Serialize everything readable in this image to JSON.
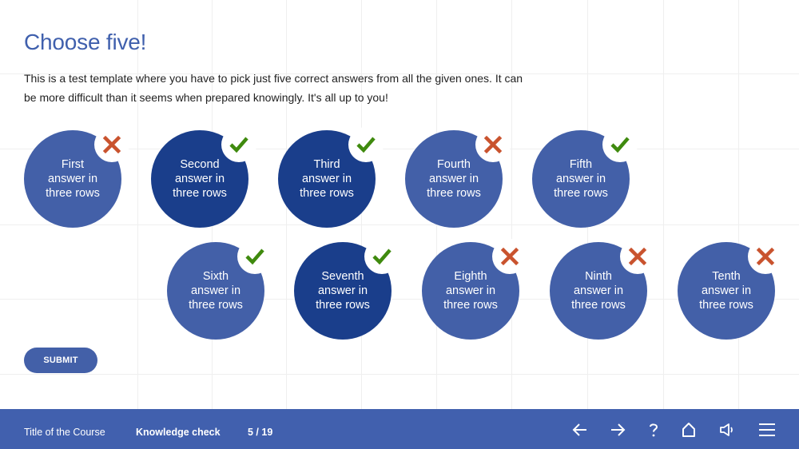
{
  "page": {
    "title": "Choose five!",
    "description": "This is a test template where you have to pick just five correct answers from all the given ones. It can be more difficult than it seems when prepared knowingly. It's all up to you!"
  },
  "answers": [
    {
      "label": "First\nanswer in\nthree rows",
      "selected": false,
      "result": "incorrect"
    },
    {
      "label": "Second\nanswer in\nthree rows",
      "selected": true,
      "result": "correct"
    },
    {
      "label": "Third\nanswer in\nthree rows",
      "selected": true,
      "result": "correct"
    },
    {
      "label": "Fourth\nanswer in\nthree rows",
      "selected": false,
      "result": "incorrect"
    },
    {
      "label": "Fifth\nanswer in\nthree rows",
      "selected": false,
      "result": "correct"
    },
    {
      "label": "Sixth\nanswer in\nthree rows",
      "selected": false,
      "result": "correct"
    },
    {
      "label": "Seventh\nanswer in\nthree rows",
      "selected": true,
      "result": "correct"
    },
    {
      "label": "Eighth\nanswer in\nthree rows",
      "selected": false,
      "result": "incorrect"
    },
    {
      "label": "Ninth\nanswer  in\nthree rows",
      "selected": false,
      "result": "incorrect"
    },
    {
      "label": "Tenth\nanswer in\nthree rows",
      "selected": false,
      "result": "incorrect"
    }
  ],
  "submit": {
    "label": "SUBMIT"
  },
  "footer": {
    "course_title": "Title of the Course",
    "section": "Knowledge check",
    "page_indicator": "5 / 19",
    "nav_icons": [
      "arrow-left-icon",
      "arrow-right-icon",
      "help-icon",
      "home-icon",
      "volume-icon",
      "menu-icon"
    ]
  },
  "colors": {
    "title": "#4060ad",
    "answer_default": "#4360a8",
    "answer_selected": "#1a3e8b",
    "correct": "#3f8a0e",
    "incorrect": "#c9532e",
    "footer": "#4160ae"
  }
}
